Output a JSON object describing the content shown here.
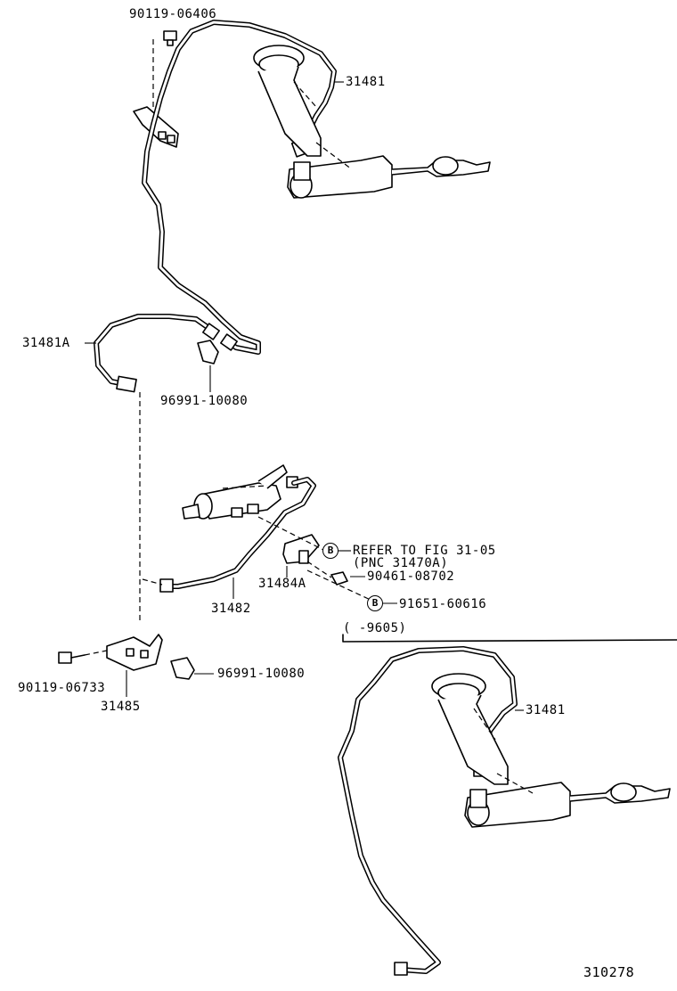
{
  "labels": {
    "bolt_top": "90119-06406",
    "tube_top": "31481",
    "hose": "31481A",
    "clip_upper": "96991-10080",
    "refer": "REFER TO FIG 31-05",
    "pnc": "(PNC 31470A)",
    "clip_small": "90461-08702",
    "bracket_a": "31484A",
    "bolt_b": "91651-60616",
    "tube_mid": "31482",
    "range": "(      -9605)",
    "bolt_bottom": "90119-06733",
    "bracket": "31485",
    "clip_lower": "96991-10080",
    "tube_bottom": "31481",
    "figure_no": "310278",
    "b_marker": "B"
  }
}
